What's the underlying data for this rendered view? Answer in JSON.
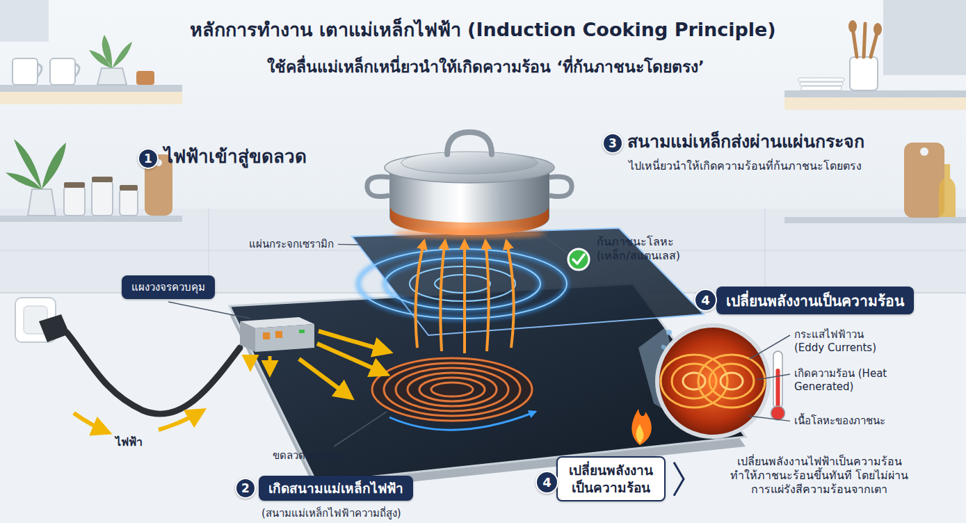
{
  "diagram": {
    "title": "หลักการทำงาน เตาแม่เหล็กไฟฟ้า (Induction Cooking Principle)",
    "nodes": [
      {
        "text": [
          "1"
        ]
      },
      {
        "text": [
          "3"
        ]
      },
      {
        "text": [
          "แผงวงจรควบคุม"
        ]
      },
      {
        "text": [
          "4"
        ]
      },
      {
        "text": [
          "เปลี่ยนพลังงานเป็นความร้อน"
        ]
      },
      {
        "text": [
          "2"
        ]
      },
      {
        "text": [
          "เกิดสนามแม่เหล็กไฟฟ้า",
          "(สนามแม่เหล็กไฟฟ้าความถี่สูง)"
        ]
      },
      {
        "text": [
          "4"
        ]
      },
      {
        "text": [
          "เปลี่ยนพลังงาน เป็นความร้อน"
        ]
      }
    ],
    "labels": [
      "ใช้คลื่นแม่เหล็กเหนี่ยวนำให้เกิดความร้อน ‘ที่ก้นภาชนะโดยตรง’",
      "ไฟฟ้าเข้าสู่ขดลวด",
      "สนามแม่เหล็กส่งผ่านแผ่นกระจก",
      "ไปเหนี่ยวนำให้เกิดความร้อนที่ก้นภาชนะโดยตรง",
      "แผ่นกระจกเซรามิก",
      "ก้นภาชนะโลหะ (เหล็ก/สแตนเลส)",
      "กระแสไฟฟ้าวน (Eddy Currents)",
      "เกิดความร้อน (Heat Generated)",
      "เนื้อโลหะของภาชนะ",
      "ขดลวดทองแดง",
      "ไฟฟ้า",
      "เปลี่ยนพลังงานไฟฟ้าเป็นความร้อน ทำให้ภาชนะร้อนขึ้นทันที โดยไม่ผ่านการแผ่รังสีความร้อนจากเตา"
    ]
  }
}
